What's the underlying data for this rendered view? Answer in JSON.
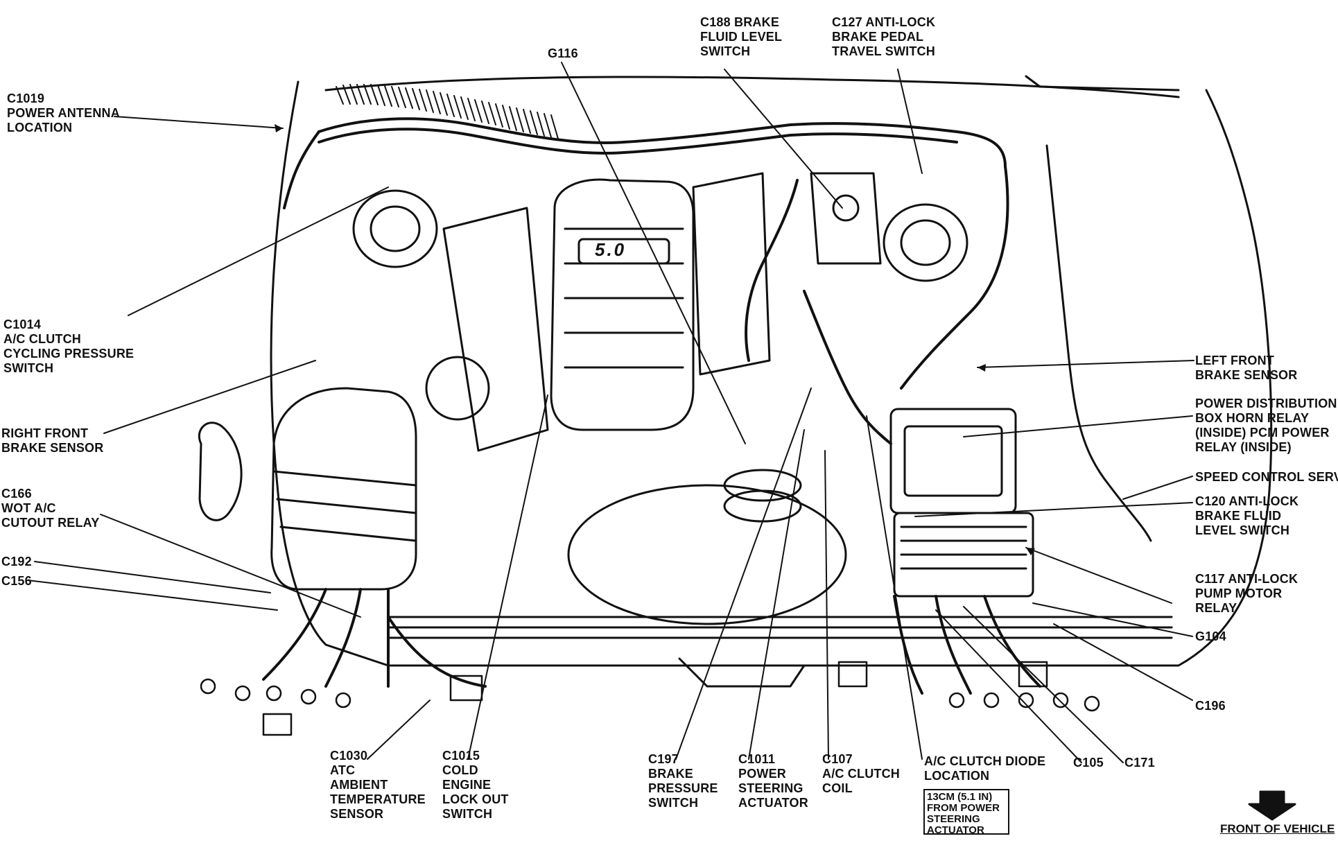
{
  "diagram": {
    "colors": {
      "ink": "#111111",
      "paper": "#ffffff"
    },
    "engine_badge": "5.0",
    "labels": {
      "c1019": "C1019\nPOWER ANTENNA\nLOCATION",
      "c1014": "C1014\nA/C CLUTCH\nCYCLING PRESSURE\nSWITCH",
      "right_front_brake_sensor": "RIGHT FRONT\nBRAKE SENSOR",
      "c166": "C166\nWOT A/C\nCUTOUT RELAY",
      "c192": "C192",
      "c156": "C156",
      "g116": "G116",
      "c188": "C188 BRAKE\nFLUID LEVEL\nSWITCH",
      "c127": "C127 ANTI-LOCK\nBRAKE PEDAL\nTRAVEL SWITCH",
      "left_front_brake_sensor": "LEFT FRONT\nBRAKE SENSOR",
      "power_distribution": "POWER DISTRIBUTION\nBOX HORN RELAY\n(INSIDE) PCM POWER\nRELAY (INSIDE)",
      "speed_control_servo": "SPEED CONTROL SERVO",
      "c120": "C120 ANTI-LOCK\nBRAKE FLUID\nLEVEL SWITCH",
      "c117": "C117 ANTI-LOCK\nPUMP MOTOR\nRELAY",
      "g104": "G104",
      "c196": "C196",
      "c105": "C105",
      "c171": "C171",
      "c1030": "C1030\nATC\nAMBIENT\nTEMPERATURE\nSENSOR",
      "c1015": "C1015\nCOLD\nENGINE\nLOCK OUT\nSWITCH",
      "c197": "C197\nBRAKE\nPRESSURE\nSWITCH",
      "c1011": "C1011\nPOWER\nSTEERING\nACTUATOR",
      "c107": "C107\nA/C CLUTCH\nCOIL",
      "ac_clutch_diode": "A/C CLUTCH DIODE\nLOCATION",
      "diode_note": "13CM (5.1 IN)\nFROM POWER\nSTEERING\nACTUATOR",
      "front_of_vehicle": "FRONT OF VEHICLE"
    }
  }
}
